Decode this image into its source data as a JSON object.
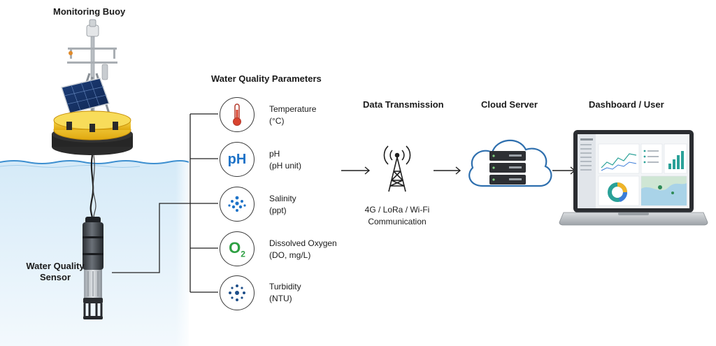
{
  "titles": {
    "buoy": "Monitoring Buoy",
    "sensor_line1": "Water Quality",
    "sensor_line2": "Sensor",
    "parameters": "Water Quality Parameters",
    "transmission": "Data Transmission",
    "cloud": "Cloud Server",
    "dashboard": "Dashboard / User"
  },
  "parameters": [
    {
      "icon": "thermometer-icon",
      "name": "Temperature",
      "unit": "(°C)"
    },
    {
      "icon": "ph-icon",
      "symbol": "pH",
      "name": "pH",
      "unit": "(pH unit)"
    },
    {
      "icon": "salinity-dots-icon",
      "name": "Salinity",
      "unit": "(ppt)"
    },
    {
      "icon": "oxygen-icon",
      "symbol": "O",
      "subscript": "2",
      "name": "Dissolved Oxygen",
      "unit": "(DO, mg/L)"
    },
    {
      "icon": "turbidity-dots-icon",
      "name": "Turbidity",
      "unit": "(NTU)"
    }
  ],
  "communication": {
    "line1": "4G / LoRa / Wi-Fi",
    "line2": "Communication"
  },
  "colors": {
    "water": "#e3f1fa",
    "water_line": "#3d8fd0",
    "buoy_yellow": "#f3c21b",
    "ph_blue": "#1e73c8",
    "oxygen_green": "#2ea043",
    "cloud_blue": "#2e6fae"
  }
}
